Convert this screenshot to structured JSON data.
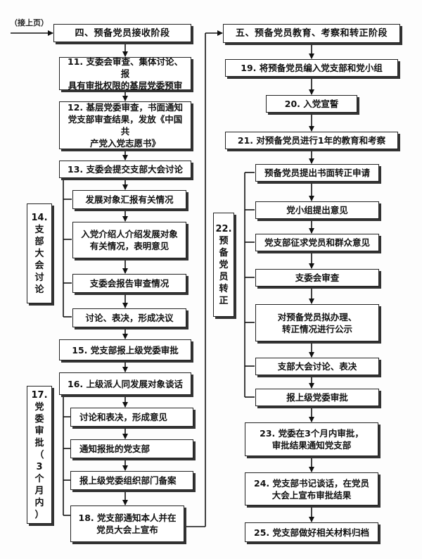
{
  "continued_note": "（接上页）",
  "headers": {
    "phase4": "四、预备党员接收阶段",
    "phase5": "五、预备党员教育、考察和转正阶段"
  },
  "left": {
    "s11": "11. 支委会审查、集体讨论、报\n具有审批权限的基层党委预审",
    "s12": "12. 基层党委审查，书面通知\n党支部审查结果，发放《中国共\n产党入党志愿书》",
    "s13": "13. 支委会提交支部大会讨论",
    "s14_label": "14.\n支\n部\n大\n会\n讨\n论",
    "s14_items": [
      "发展对象汇报有关情况",
      "入党介绍人介绍发展对象\n有关情况，表明意见",
      "支委会报告审查情况",
      "讨论、表决，形成决议"
    ],
    "s15": "15. 党支部报上级党委审批",
    "s16": "16. 上级派人同发展对象谈话",
    "s17_label": "17.\n党\n委\n审\n批\n（\n3\n个\n月\n内\n）",
    "s17_items": [
      "讨论和表决，形成意见",
      "通知报批的党支部",
      "报上级党委组织部门备案"
    ],
    "s18": "18. 党支部通知本人并在\n党员大会上宣布"
  },
  "right": {
    "s19": "19. 将预备党员编入党支部和党小组",
    "s20": "20. 入党宣誓",
    "s21": "21. 对预备党员进行1年的教育和考察",
    "s22_label": "22.\n预\n备\n党\n员\n转\n正",
    "s22_items": [
      "预备党员提出书面转正申请",
      "党小组提出意见",
      "党支部征求党员和群众意见",
      "支委会审查",
      "对预备党员拟办理、\n转正情况进行公示",
      "支部大会讨论、表决",
      "报上级党委审批"
    ],
    "s23": "23. 党委在3个月内审批，\n审批结果通知党支部",
    "s24": "24. 党支部书记谈话，在党员\n大会上宣布审批结果",
    "s25": "25. 党支部做好相关材料归档"
  }
}
